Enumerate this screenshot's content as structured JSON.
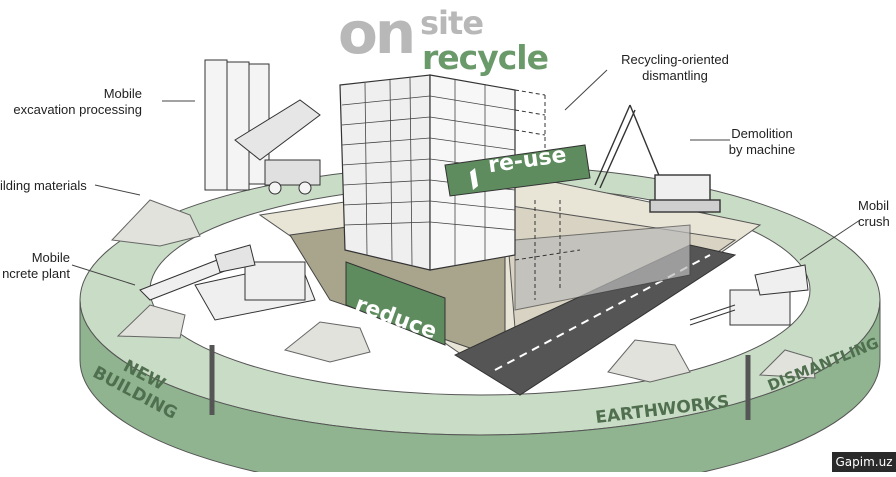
{
  "title": {
    "on": "on",
    "site": "site",
    "recycle": "recycle"
  },
  "labels": {
    "mobile_excavation": [
      "Mobile",
      "excavation processing"
    ],
    "building_materials": "ilding materials",
    "mobile_concrete_plant": [
      "Mobile",
      "ncrete plant"
    ],
    "recycling_dismantling": [
      "Recycling-oriented",
      "dismantling"
    ],
    "demolition": [
      "Demolition",
      "by machine"
    ],
    "mobile_crusher": [
      "Mobil",
      "crush"
    ]
  },
  "banners": {
    "reuse": "re-use",
    "reduce": "reduce"
  },
  "ring": {
    "new_building": [
      "NEW",
      "BUILDING"
    ],
    "earthworks": "EARTHWORKS",
    "dismantling": "DISMANTLING"
  },
  "watermark": "Gapim.uz",
  "colors": {
    "ring_green": "#8fb48f",
    "ring_light": "#c9dcc6",
    "reuse_green": "#5e8c5e",
    "title_gray": "#b8b8b8",
    "title_green": "#6a9a6a"
  }
}
